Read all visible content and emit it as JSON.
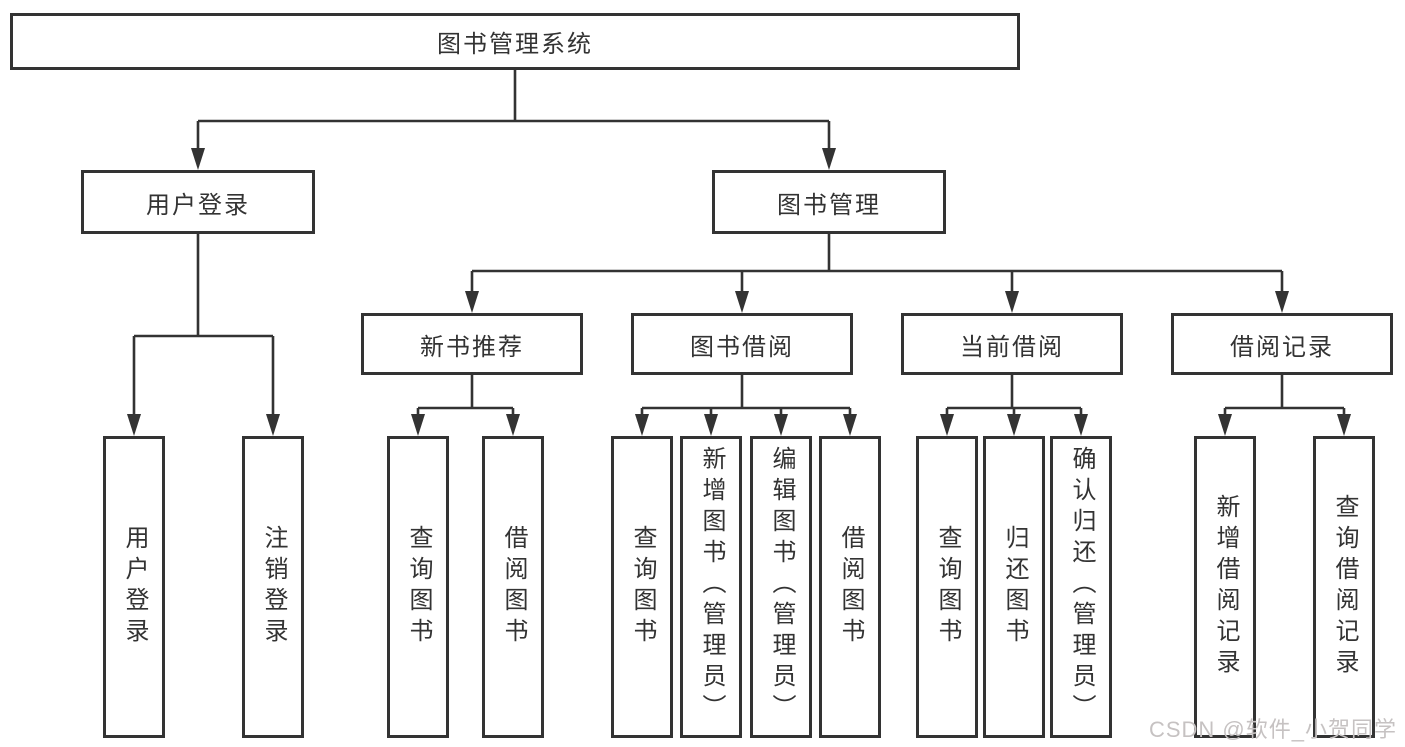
{
  "colors": {
    "line": "#333333",
    "box_border": "#333333",
    "box_fill": "#ffffff",
    "text": "#333333",
    "watermark": "#c6c2c2",
    "background": "#ffffff"
  },
  "tree": {
    "root": {
      "label": "图书管理系统"
    },
    "user_login": {
      "label": "用户登录",
      "children": [
        {
          "label": "用户登录"
        },
        {
          "label": "注销登录"
        }
      ]
    },
    "book_management": {
      "label": "图书管理",
      "children": [
        {
          "label": "新书推荐",
          "children": [
            {
              "label": "查询图书"
            },
            {
              "label": "借阅图书"
            }
          ]
        },
        {
          "label": "图书借阅",
          "children": [
            {
              "label": "查询图书"
            },
            {
              "label": "新增图书（管理员）"
            },
            {
              "label": "编辑图书（管理员）"
            },
            {
              "label": "借阅图书"
            }
          ]
        },
        {
          "label": "当前借阅",
          "children": [
            {
              "label": "查询图书"
            },
            {
              "label": "归还图书"
            },
            {
              "label": "确认归还（管理员）"
            }
          ]
        },
        {
          "label": "借阅记录",
          "children": [
            {
              "label": "新增借阅记录"
            },
            {
              "label": "查询借阅记录"
            }
          ]
        }
      ]
    }
  },
  "watermark": "CSDN @软件_小贺同学"
}
